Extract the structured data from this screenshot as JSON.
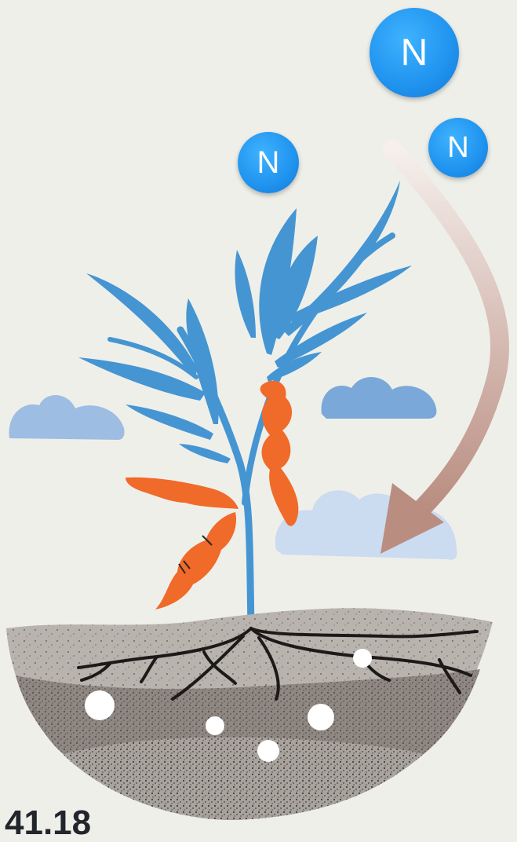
{
  "badges": {
    "large": "N",
    "right": "N",
    "left": "N"
  },
  "caption": "41.18",
  "colors": {
    "background": "#efefea",
    "leaf": "#4595d3",
    "pod": "#f06a2a",
    "cloud": "#7aa8d9",
    "soil_top": "#b9b3ad",
    "soil_mid": "#8f8781",
    "arrow": "#c49b8c",
    "nitrogen": "#1f93ee"
  },
  "icons": [
    "nitrogen-atom-icon",
    "plant-illustration",
    "cloud-icon",
    "soil-cross-section",
    "nutrient-cycle-arrow"
  ]
}
